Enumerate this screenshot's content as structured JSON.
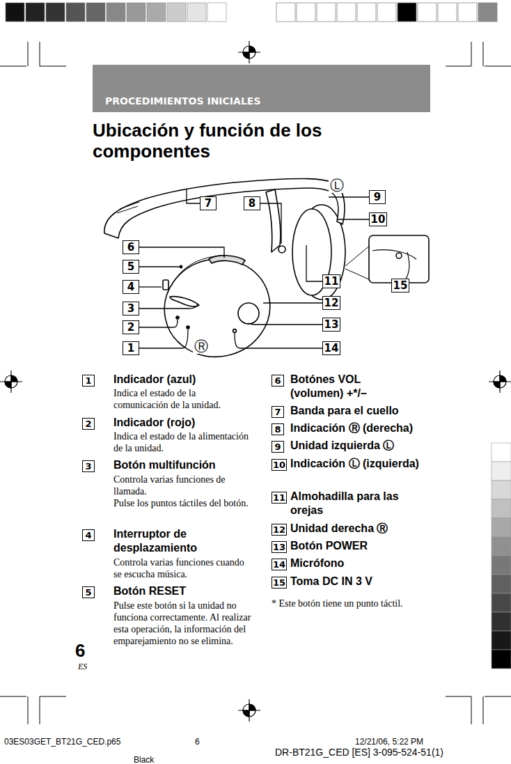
{
  "diagram": {
    "title": "Ubicación y función de los componentes",
    "nodes": [
      {
        "text": [
          "PROCEDIMIENTOS INICIALES"
        ]
      }
    ],
    "labels": [
      "7",
      "8",
      "Ⓛ",
      "9",
      "10",
      "6",
      "5",
      "4",
      "3",
      "2",
      "1",
      "Ⓡ",
      "11",
      "12",
      "13",
      "14",
      "15",
      "1",
      "Indicador (azul)",
      "Indica el estado de la comunicación de la unidad.",
      "2",
      "Indicador (rojo)",
      "Indica el estado de la alimentación de la unidad.",
      "3",
      "Botón multifunción",
      "Controla varias funciones de llamada.",
      "Pulse los puntos táctiles del botón.",
      "4",
      "Interruptor de desplazamiento",
      "Controla varias funciones cuando se escucha música.",
      "5",
      "Botón RESET",
      "Pulse este botón si la unidad no funciona correctamente. Al realizar esta operación, la información del emparejamiento no se elimina.",
      "6",
      "Botónes VOL (volumen) +*/–",
      "7",
      "Banda para el cuello",
      "8",
      "Indicación Ⓡ (derecha)",
      "9",
      "Unidad izquierda Ⓛ",
      "10",
      "Indicación Ⓛ (izquierda)",
      "11",
      "Almohadilla para las orejas",
      "12",
      "Unidad derecha Ⓡ",
      "13",
      "Botón POWER",
      "14",
      "Micrófono",
      "15",
      "Toma DC IN 3 V",
      "* Este botón tiene un punto táctil.",
      "6",
      "ES",
      "03ES03GET_BT21G_CED.p65",
      "6",
      "12/21/06, 5:22 PM",
      "DR-BT21G_CED [ES] 3-095-524-51(1)",
      "Black"
    ]
  }
}
